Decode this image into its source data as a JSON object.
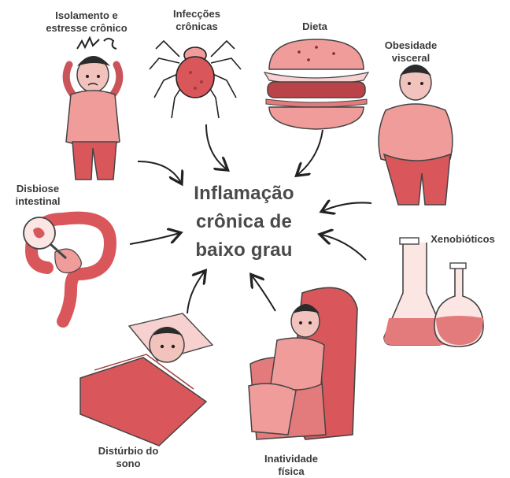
{
  "center": {
    "line1": "Inflamação",
    "line2": "crônica de",
    "line3": "baixo grau"
  },
  "factors": {
    "isolation": "Isolamento e\nestresse crônico",
    "infections": "Infecções\ncrônicas",
    "diet": "Dieta",
    "obesity": "Obesidade\nvisceral",
    "dysbiosis": "Disbiose\nintestinal",
    "xenobiotics": "Xenobióticos",
    "sleep": "Distúrbio do\nsono",
    "inactivity": "Inatividade\nfísica"
  },
  "colors": {
    "accent": "#d9575b",
    "accent_light": "#ef9c9a",
    "ink": "#333333"
  }
}
